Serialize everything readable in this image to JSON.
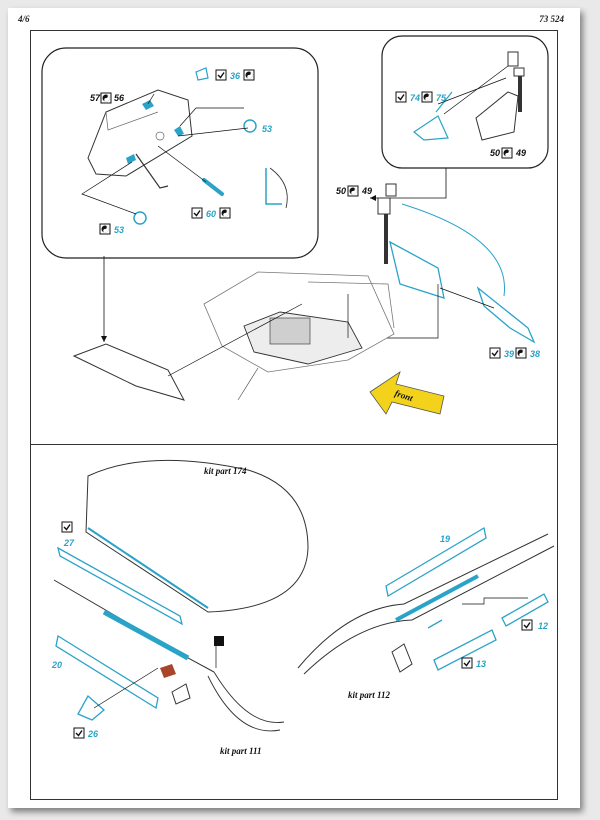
{
  "header": {
    "page": "4/6",
    "code": "73 524"
  },
  "top_left_callout": {
    "pairs": [
      {
        "left": "57",
        "right": "56"
      },
      {
        "left": "36",
        "right": ""
      },
      {
        "left": "53",
        "right": ""
      },
      {
        "left": "60",
        "right": ""
      },
      {
        "left": "53",
        "right": ""
      }
    ]
  },
  "top_right_callout": {
    "a": "74",
    "b": "75",
    "c": "50",
    "d": "49"
  },
  "mid_labels": {
    "a": "50",
    "b": "49",
    "c": "39",
    "d": "38"
  },
  "front_label": "front",
  "bottom": {
    "kit_174": "kit part 174",
    "kit_112": "kit part 112",
    "kit_111": "kit part 111",
    "p27": "27",
    "p20": "20",
    "p26": "26",
    "p19": "19",
    "p12": "12",
    "p13": "13"
  },
  "colors": {
    "accent": "#2aa3c9",
    "arrow": "#f2d21b"
  }
}
